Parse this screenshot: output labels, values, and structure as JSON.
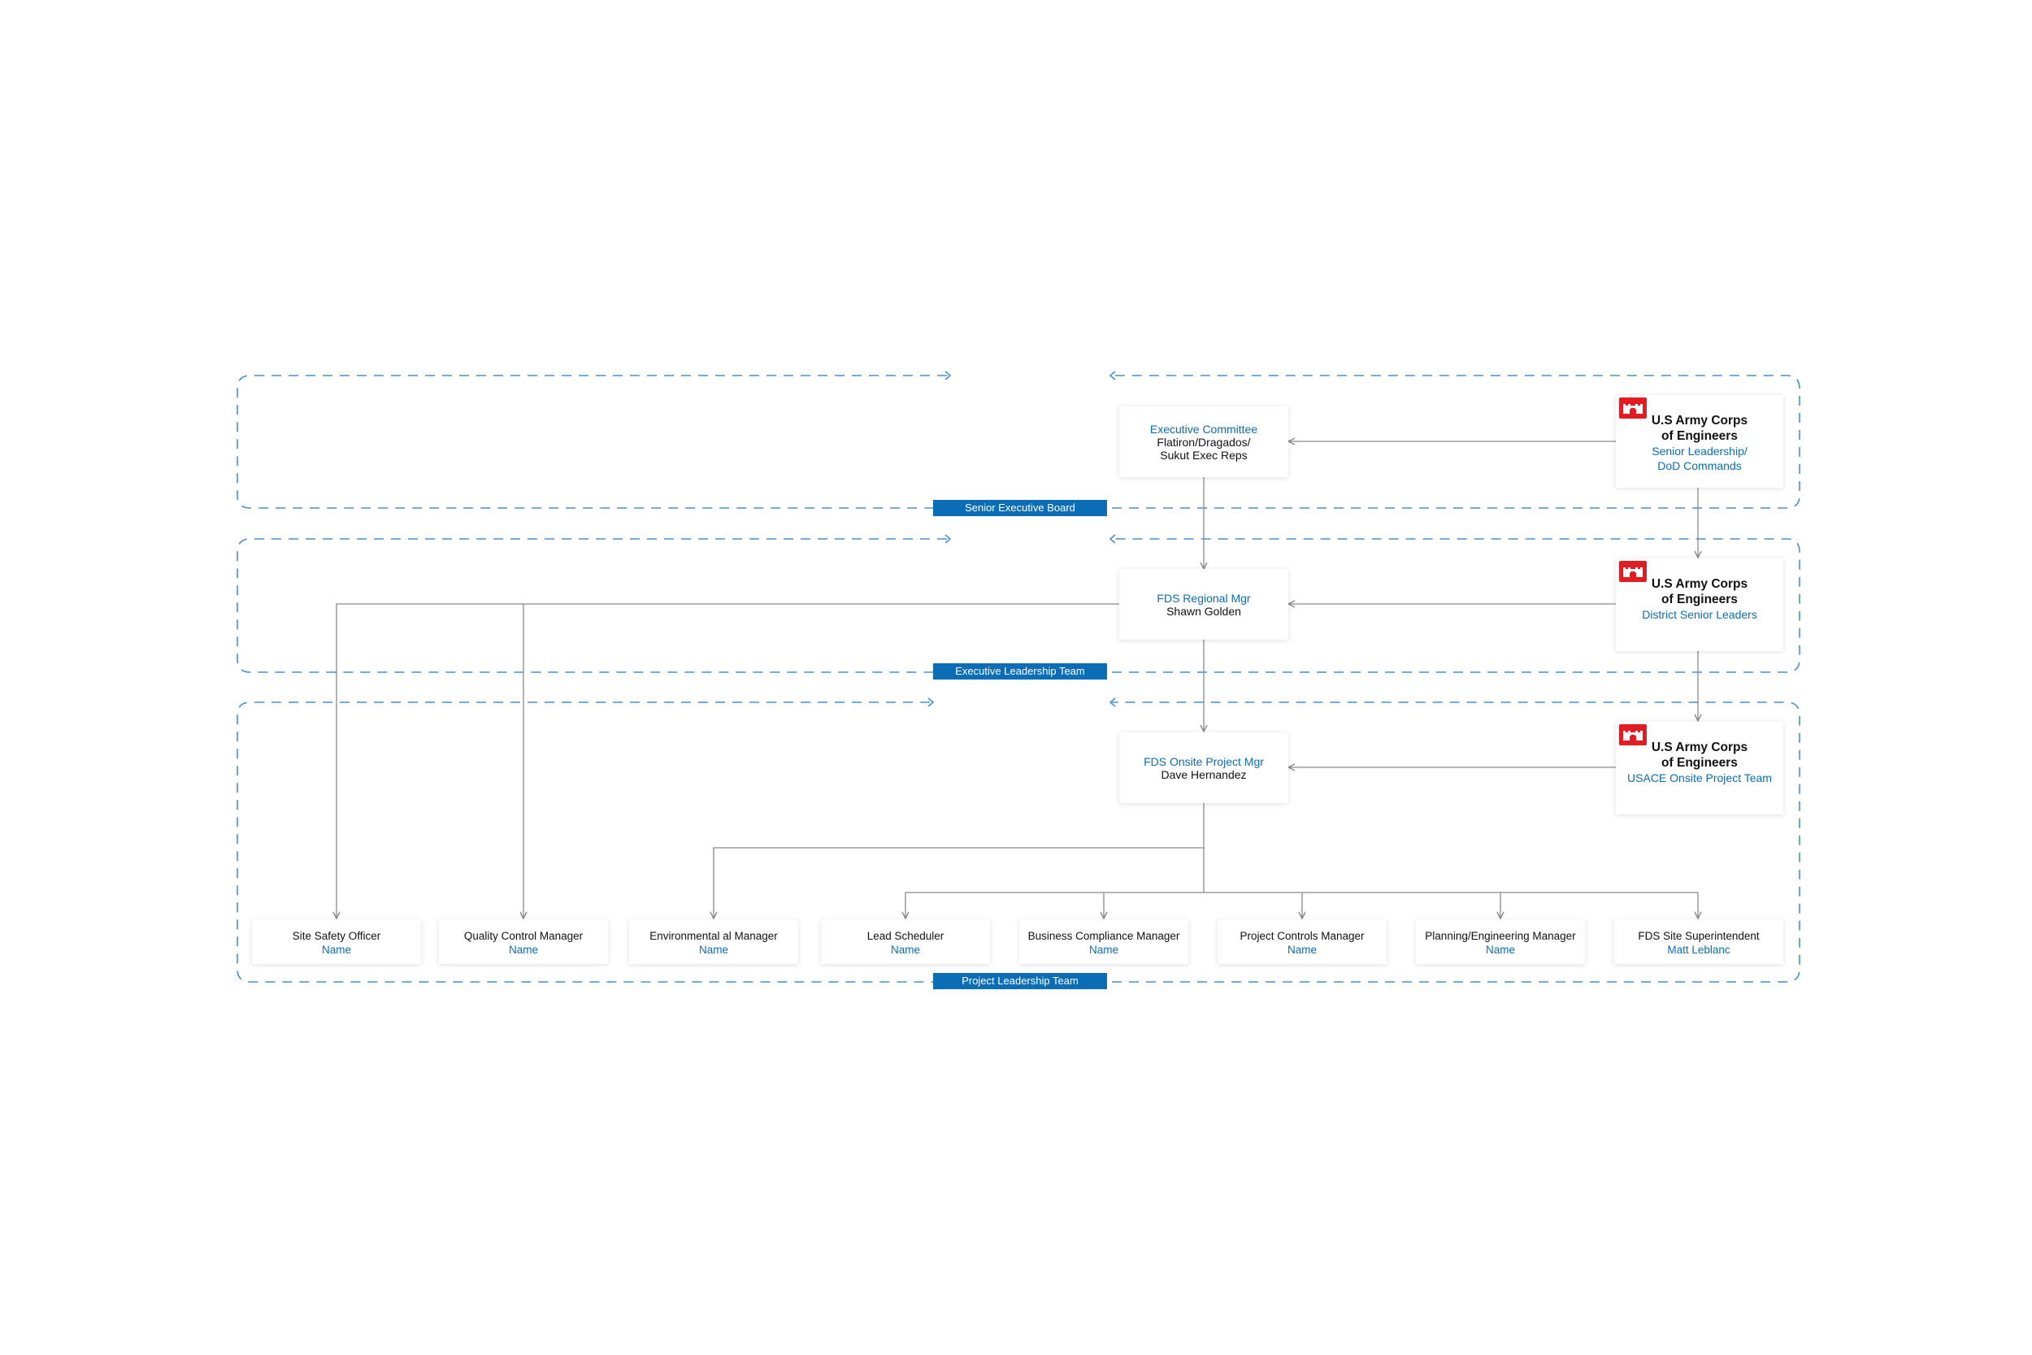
{
  "colors": {
    "accent": "#0B6DB6",
    "brand_red": "#E31B23",
    "line": "#8a8a8a"
  },
  "bands": {
    "senior": "Senior Executive Board",
    "executive": "Executive Leadership Team",
    "project": "Project Leadership Team"
  },
  "exec_committee": {
    "title": "Executive Committee",
    "line1": "Flatiron/Dragados/",
    "line2": "Sukut Exec Reps"
  },
  "regional_mgr": {
    "title": "FDS Regional Mgr",
    "name": "Shawn Golden"
  },
  "onsite_mgr": {
    "title": "FDS Onsite Project Mgr",
    "name": "Dave Hernandez"
  },
  "usace": [
    {
      "org1": "U.S Army Corps",
      "org2": "of Engineers",
      "sub1": "Senior Leadership/",
      "sub2": "DoD Commands",
      "logo_icon": "castle-icon"
    },
    {
      "org1": "U.S Army Corps",
      "org2": "of Engineers",
      "sub1": "District Senior Leaders",
      "sub2": "",
      "logo_icon": "castle-icon"
    },
    {
      "org1": "U.S Army Corps",
      "org2": "of Engineers",
      "sub1": "USACE Onsite Project Team",
      "sub2": "",
      "logo_icon": "castle-icon"
    }
  ],
  "roles": [
    {
      "title": "Site Safety Officer",
      "name": "Name"
    },
    {
      "title": "Quality Control Manager",
      "name": "Name"
    },
    {
      "title": "Environmental al Manager",
      "name": "Name"
    },
    {
      "title": "Lead Scheduler",
      "name": "Name"
    },
    {
      "title": "Business Compliance Manager",
      "name": "Name"
    },
    {
      "title": "Project Controls Manager",
      "name": "Name"
    },
    {
      "title": "Planning/Engineering Manager",
      "name": "Name"
    },
    {
      "title": "FDS Site Superintendent",
      "name": "Matt Leblanc"
    }
  ]
}
